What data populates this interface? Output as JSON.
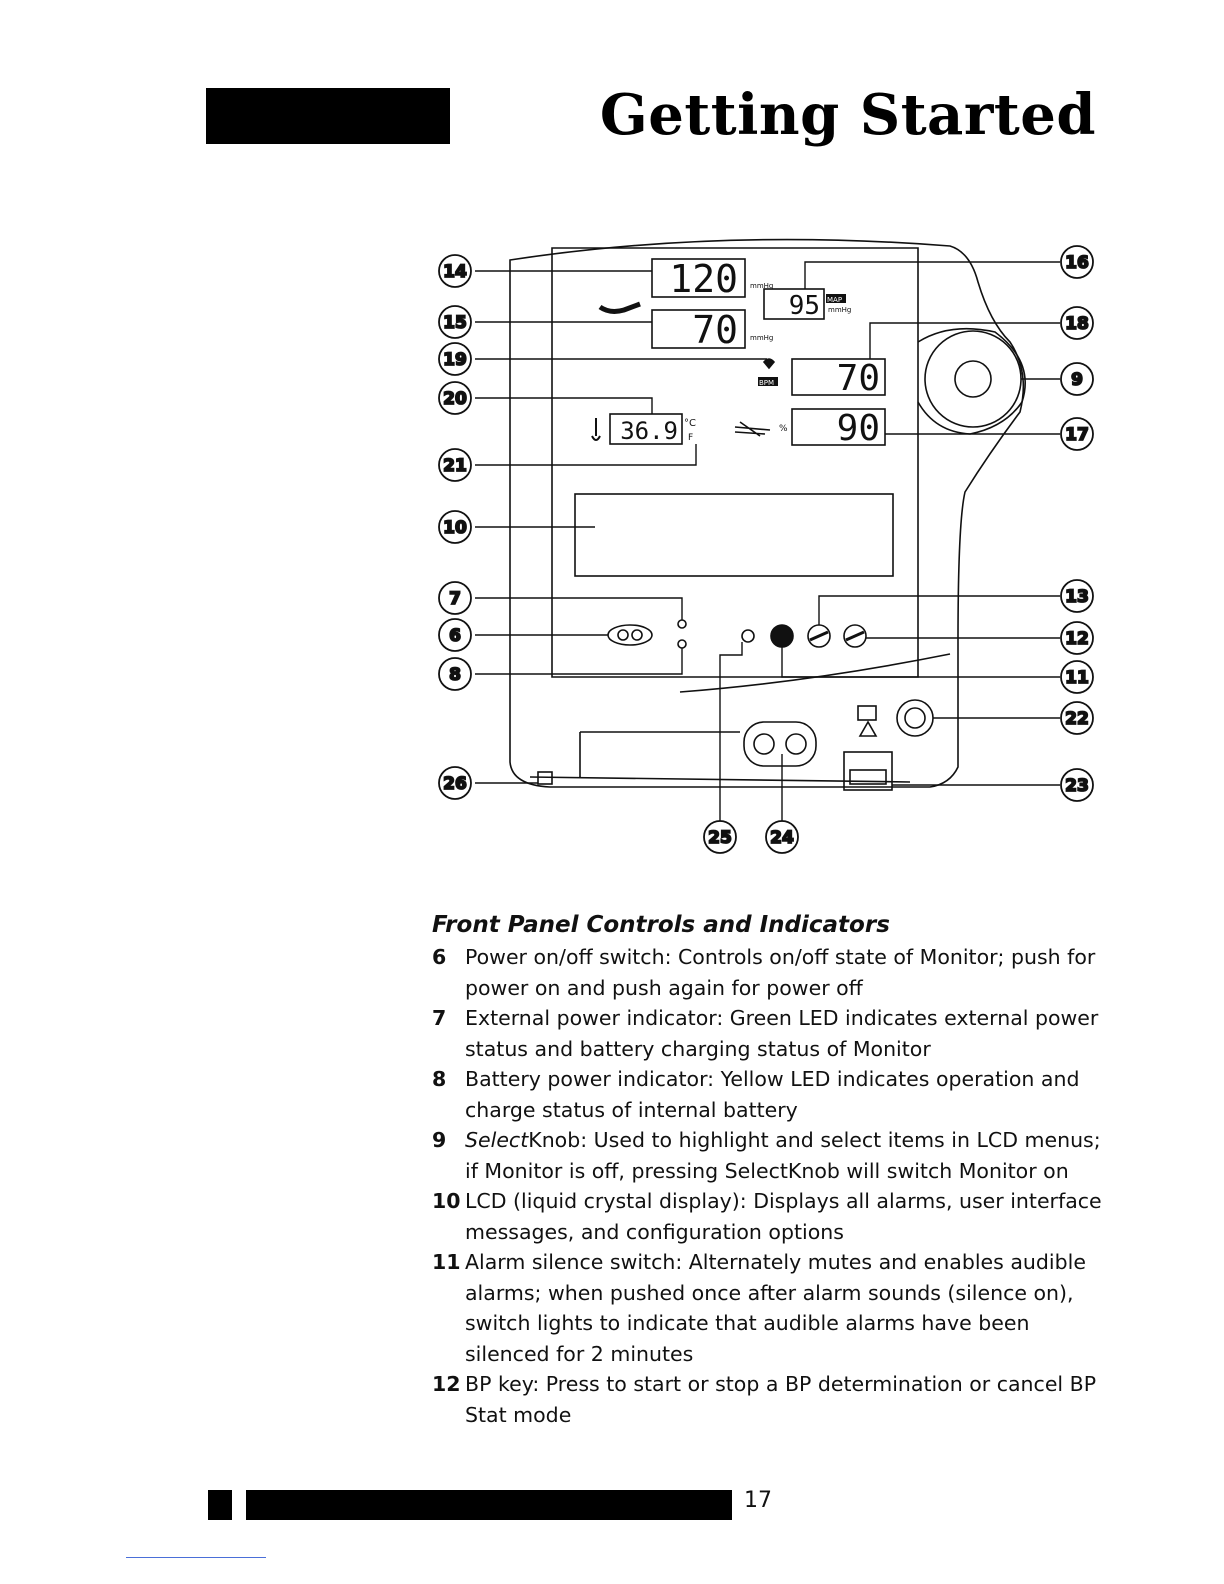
{
  "header": {
    "title": "Getting Started"
  },
  "diagram": {
    "displays": {
      "systolic": "120",
      "diastolic": "70",
      "map": "95",
      "pulse_rate": "70",
      "spo2": "90",
      "temperature": "36.9"
    },
    "unit_labels": {
      "mmhg": "mmHg",
      "map": "MAP",
      "bpm": "BPM",
      "percent": "%",
      "celsius": "°C",
      "fahrenheit": "F"
    },
    "callouts": [
      "14",
      "15",
      "19",
      "20",
      "21",
      "10",
      "7",
      "6",
      "8",
      "26",
      "16",
      "18",
      "9",
      "17",
      "13",
      "12",
      "11",
      "22",
      "23",
      "25",
      "24"
    ]
  },
  "section": {
    "heading": "Front Panel Controls and Indicators",
    "items": [
      {
        "num": "6",
        "text": "Power on/off switch: Controls on/off state of Monitor; push for power on and push again for power off"
      },
      {
        "num": "7",
        "text": "External power indicator: Green LED indicates external power status and battery charging status of Monitor"
      },
      {
        "num": "8",
        "text": "Battery power indicator: Yellow LED indicates operation and charge status of internal battery"
      },
      {
        "num": "9",
        "text_italic": "Select",
        "text": "Knob: Used to highlight and select items in LCD menus; if Monitor is off, pressing SelectKnob will switch Monitor on"
      },
      {
        "num": "10",
        "text": "LCD (liquid crystal display): Displays all alarms, user interface messages, and configuration options"
      },
      {
        "num": "11",
        "text": "Alarm silence switch: Alternately mutes and enables audible alarms; when pushed once after alarm sounds (silence on), switch lights to indicate that audible alarms have been silenced for 2 minutes"
      },
      {
        "num": "12",
        "text": "BP key: Press to start or stop a BP determination or cancel BP Stat mode"
      }
    ]
  },
  "footer": {
    "page_number": "17"
  }
}
